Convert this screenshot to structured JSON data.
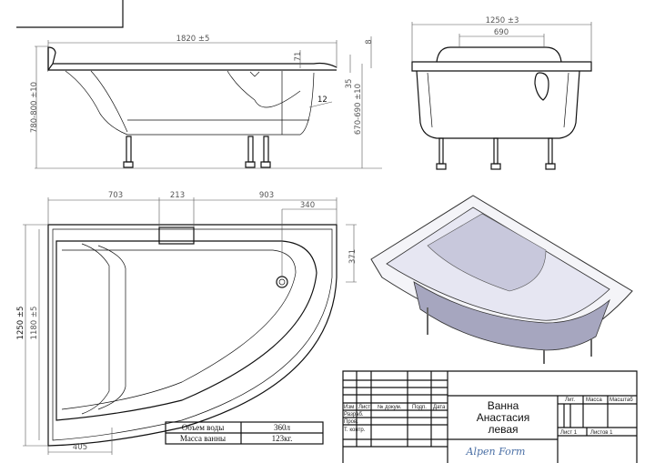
{
  "side_view": {
    "length": "1820 ±5",
    "height": "780-800 ±10",
    "rim_height": "670-690 ±10",
    "d8": "8",
    "d35": "35",
    "d71": "71",
    "d12": "12"
  },
  "end_view": {
    "width": "1250 ±3",
    "inner": "690"
  },
  "plan_view": {
    "d703": "703",
    "d213": "213",
    "d903": "903",
    "d340": "340",
    "d371": "371",
    "width": "1250 ±5",
    "inner_width": "1180 ±5",
    "d405": "405"
  },
  "spec_table": [
    {
      "label": "Объем воды",
      "value": "360л"
    },
    {
      "label": "Масса ванны",
      "value": "123кг."
    }
  ],
  "title_block": {
    "col_headers": [
      "Изм",
      "Лист",
      "№ докум.",
      "Подп.",
      "Дата"
    ],
    "rows": [
      "Разраб.",
      "Пров.",
      "Т. контр."
    ],
    "title_lines": [
      "Ванна",
      "Анастасия",
      "левая"
    ],
    "lit": "Лит.",
    "mass": "Масса",
    "scale": "Масштаб",
    "sheet": "Лист 1",
    "sheets": "Листов 1",
    "logo": "Alpen Form"
  }
}
